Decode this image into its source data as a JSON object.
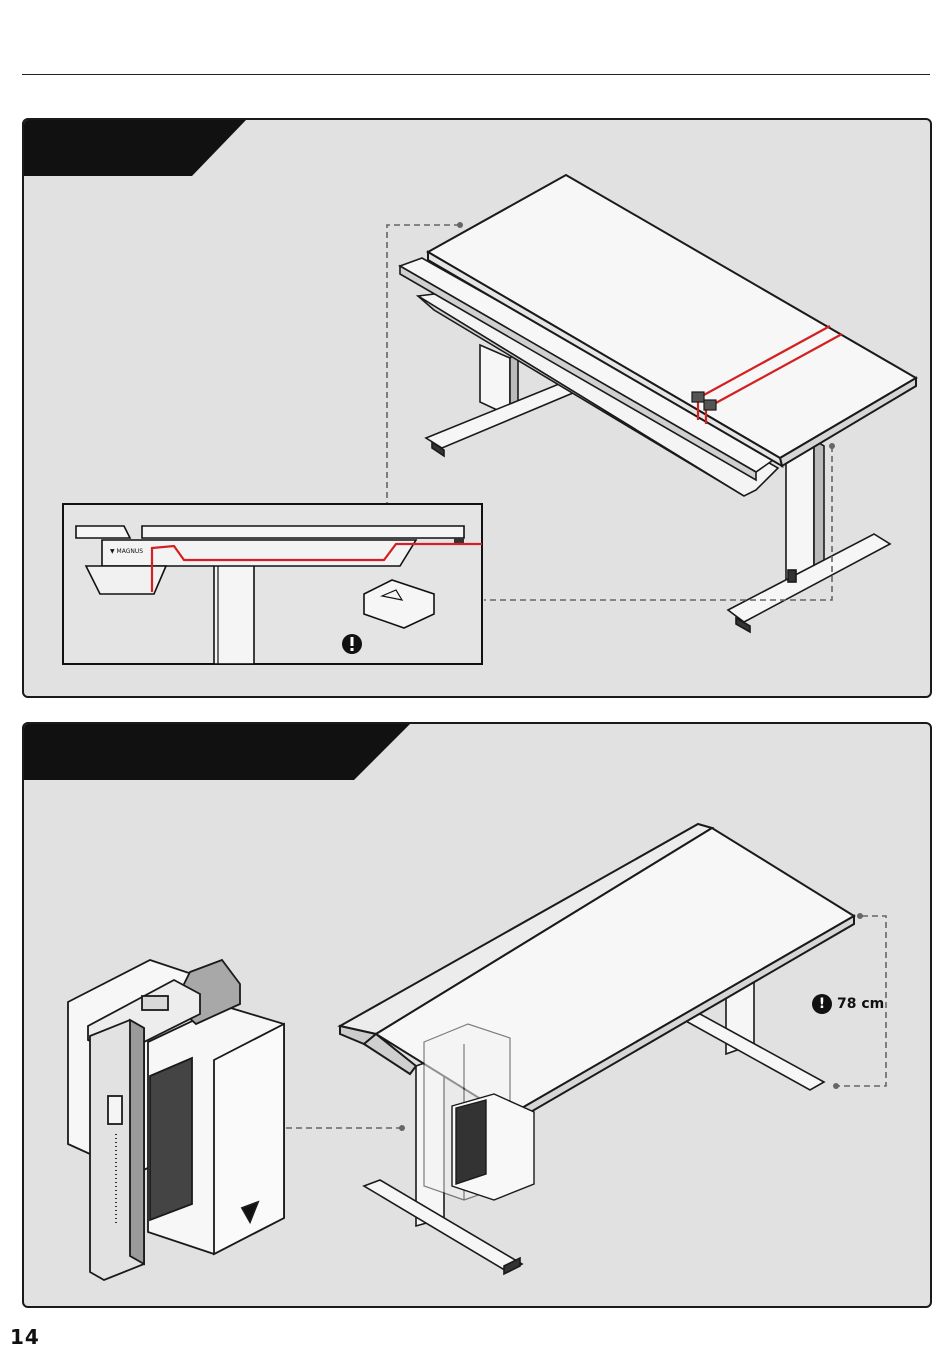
{
  "page": {
    "number": "14"
  },
  "step_a": {
    "icons": [
      "desk-illustration",
      "cable-route",
      "cable-clip",
      "warning-icon"
    ]
  },
  "step_b": {
    "height_label": "78 cm",
    "icons": [
      "pc-holder-illustration",
      "desk-illustration",
      "warning-icon"
    ]
  }
}
